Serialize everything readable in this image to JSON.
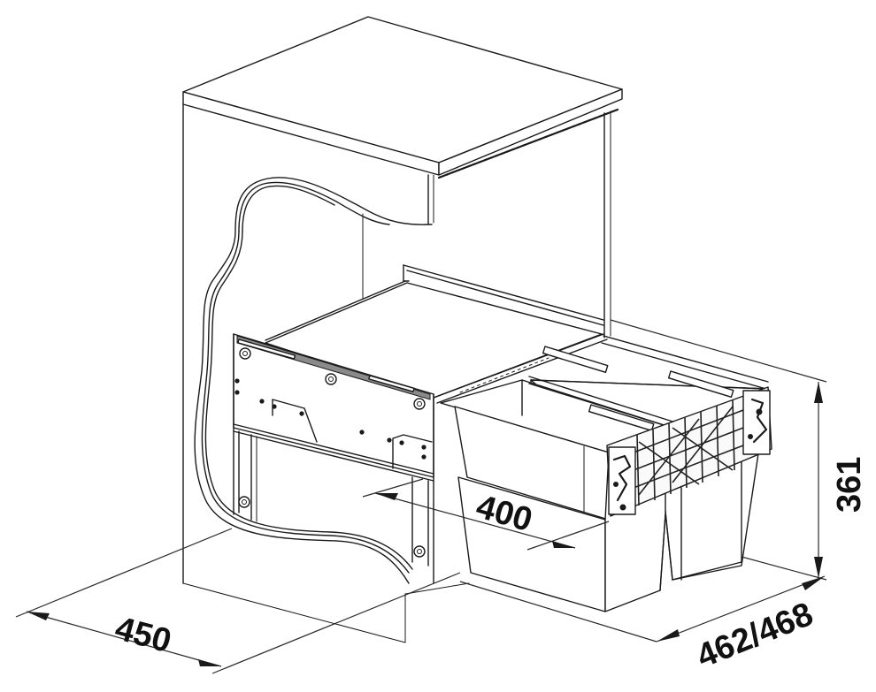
{
  "diagram": {
    "subject": "Pull-out waste bin system in kitchen base cabinet",
    "colors": {
      "line": "#1a1a1a",
      "background": "#ffffff",
      "hatch": "#8a8a8a"
    },
    "dimensions": {
      "cabinet_depth": "450",
      "frame_width": "400",
      "unit_height": "361",
      "unit_depth": "462/468"
    },
    "components": [
      "countertop",
      "cabinet-carcass",
      "water-hose",
      "drawer-front-panel",
      "pull-out-frame",
      "waste-bin-large",
      "waste-bin-small",
      "bin-lid-grid"
    ]
  }
}
